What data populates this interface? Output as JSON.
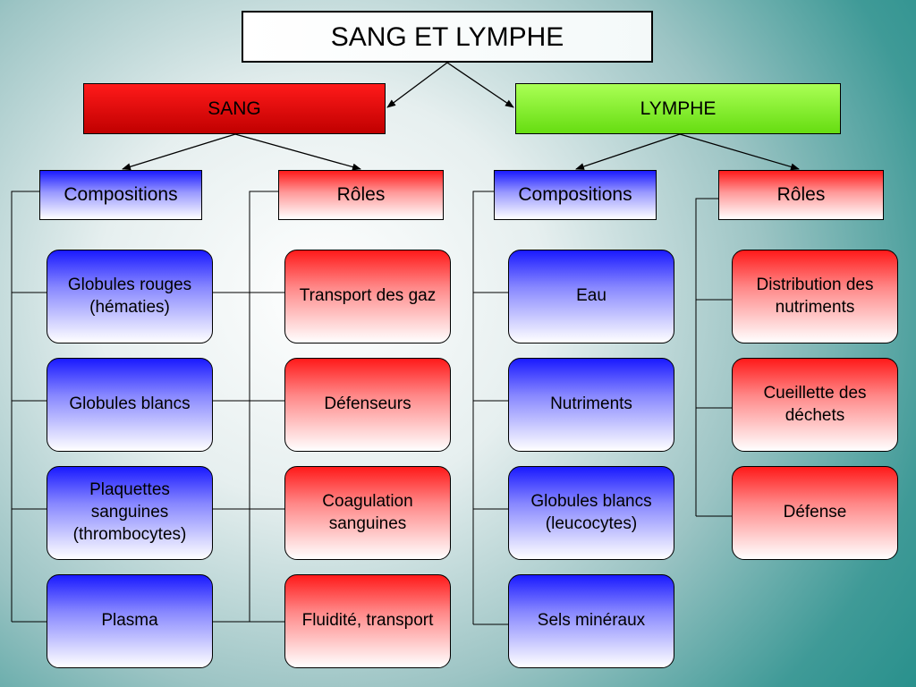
{
  "title": "SANG ET LYMPHE",
  "sang": {
    "label": "SANG",
    "compositions": {
      "label": "Compositions",
      "items": [
        "Globules rouges (hématies)",
        "Globules blancs",
        "Plaquettes sanguines (thrombocytes)",
        "Plasma"
      ]
    },
    "roles": {
      "label": "Rôles",
      "items": [
        "Transport des gaz",
        "Défenseurs",
        "Coagulation sanguines",
        "Fluidité, transport"
      ]
    }
  },
  "lymphe": {
    "label": "LYMPHE",
    "compositions": {
      "label": "Compositions",
      "items": [
        "Eau",
        "Nutriments",
        "Globules blancs (leucocytes)",
        "Sels minéraux"
      ]
    },
    "roles": {
      "label": "Rôles",
      "items": [
        "Distribution des nutriments",
        "Cueillette des déchets",
        "Défense"
      ]
    }
  },
  "colors": {
    "sang_header": "#c00000",
    "lymphe_header": "#66dd11",
    "composition_fill": "#1a1aff",
    "role_fill": "#ff1a1a",
    "background": "#1a8a85"
  }
}
